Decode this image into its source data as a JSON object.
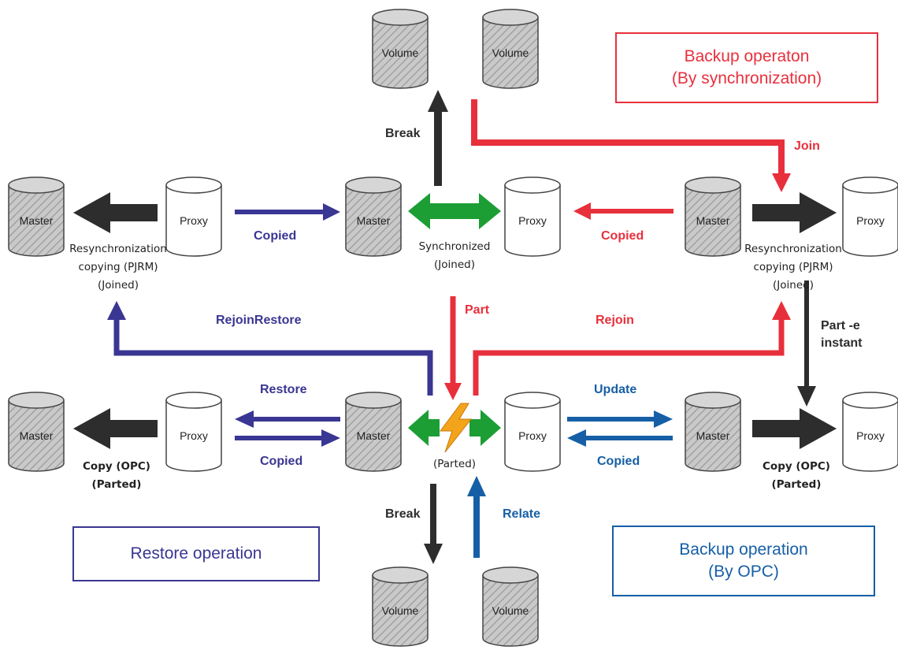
{
  "boxes": {
    "backup_sync_line1": "Backup operaton",
    "backup_sync_line2": "(By synchronization)",
    "restore": "Restore operation",
    "backup_opc_line1": "Backup operation",
    "backup_opc_line2": "(By OPC)"
  },
  "volumes": {
    "top_left": "Volume",
    "top_right": "Volume",
    "bottom_left": "Volume",
    "bottom_right": "Volume"
  },
  "devices": {
    "l1_master": "Master",
    "l1_proxy": "Proxy",
    "c1_master": "Master",
    "c1_proxy": "Proxy",
    "r1_master": "Master",
    "r1_proxy": "Proxy",
    "l2_master": "Master",
    "l2_proxy": "Proxy",
    "c2_master": "Master",
    "c2_proxy": "Proxy",
    "r2_master": "Master",
    "r2_proxy": "Proxy"
  },
  "states": {
    "left_resync_1": "Resynchronization",
    "left_resync_2": "copying (PJRM)",
    "left_resync_3": "(Joined)",
    "center_sync_1": "Synchronized",
    "center_sync_2": "(Joined)",
    "right_resync_1": "Resynchronization",
    "right_resync_2": "copying (PJRM)",
    "right_resync_3": "(Joined)",
    "left_copy_1": "Copy (OPC)",
    "left_copy_2": "(Parted)",
    "center_parted": "(Parted)",
    "right_copy_1": "Copy (OPC)",
    "right_copy_2": "(Parted)"
  },
  "labels": {
    "break_top": "Break",
    "join": "Join",
    "copied_left_top": "Copied",
    "copied_right_top": "Copied",
    "part": "Part",
    "rejoin": "Rejoin",
    "rejoin_restore": "RejoinRestore",
    "part_e_1": "Part -e",
    "part_e_2": "instant",
    "restore": "Restore",
    "copied_left_bottom": "Copied",
    "update": "Update",
    "copied_right_bottom": "Copied",
    "break_bottom": "Break",
    "relate": "Relate"
  },
  "colors": {
    "red": "#e8303c",
    "purple": "#3a3693",
    "blue": "#165fa6",
    "black": "#2d2d2d",
    "green": "#1c9e35",
    "lightning": "#f4a41b"
  }
}
